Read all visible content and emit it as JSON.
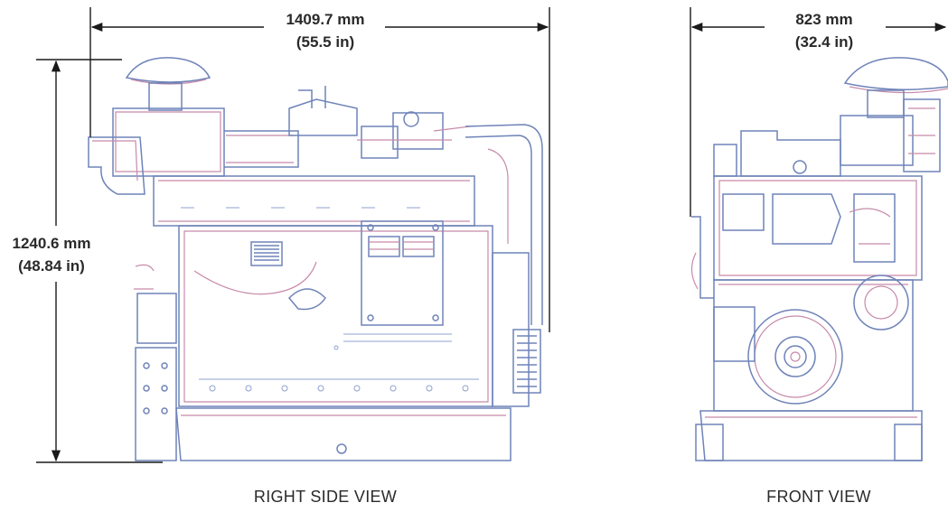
{
  "dimensions": {
    "side_width": {
      "metric": "1409.7 mm",
      "imperial": "(55.5 in)"
    },
    "side_height": {
      "metric": "1240.6 mm",
      "imperial": "(48.84 in)"
    },
    "front_width": {
      "metric": "823 mm",
      "imperial": "(32.4 in)"
    }
  },
  "views": {
    "right_side": {
      "caption": "RIGHT SIDE VIEW"
    },
    "front": {
      "caption": "FRONT VIEW"
    }
  },
  "colors": {
    "line_primary": "#6f83b8",
    "line_secondary": "#c78aa9",
    "dimension": "#1a1a1a",
    "text": "#2a2a2a"
  }
}
